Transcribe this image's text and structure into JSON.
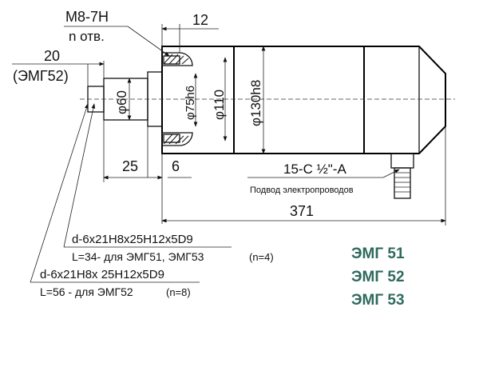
{
  "thread": {
    "spec": "М8-7Н",
    "holes": "n отв."
  },
  "dims": {
    "top_12": "12",
    "shaft_20": "20",
    "shaft_20_note": "(ЭМГ52)",
    "d60": "φ60",
    "d75": "φ75h6",
    "d110": "φ110",
    "d130": "φ130h8",
    "len_25": "25",
    "len_6": "6",
    "total_371": "371"
  },
  "connector": {
    "spec": "15-С ½\"-А",
    "caption": "Подвод электропроводов"
  },
  "spline1": {
    "spec": "d-6x21H8x25H12x5D9",
    "length": "L=34- для ЭМГ51, ЭМГ53",
    "count": "(n=4)"
  },
  "spline2": {
    "spec": "d-6x21H8x 25H12x5D9",
    "length": "L=56 - для ЭМГ52",
    "count": "(n=8)"
  },
  "models": [
    "ЭМГ 51",
    "ЭМГ 52",
    "ЭМГ 53"
  ],
  "colors": {
    "models": "#2f6a5e",
    "lines": "#111111"
  }
}
